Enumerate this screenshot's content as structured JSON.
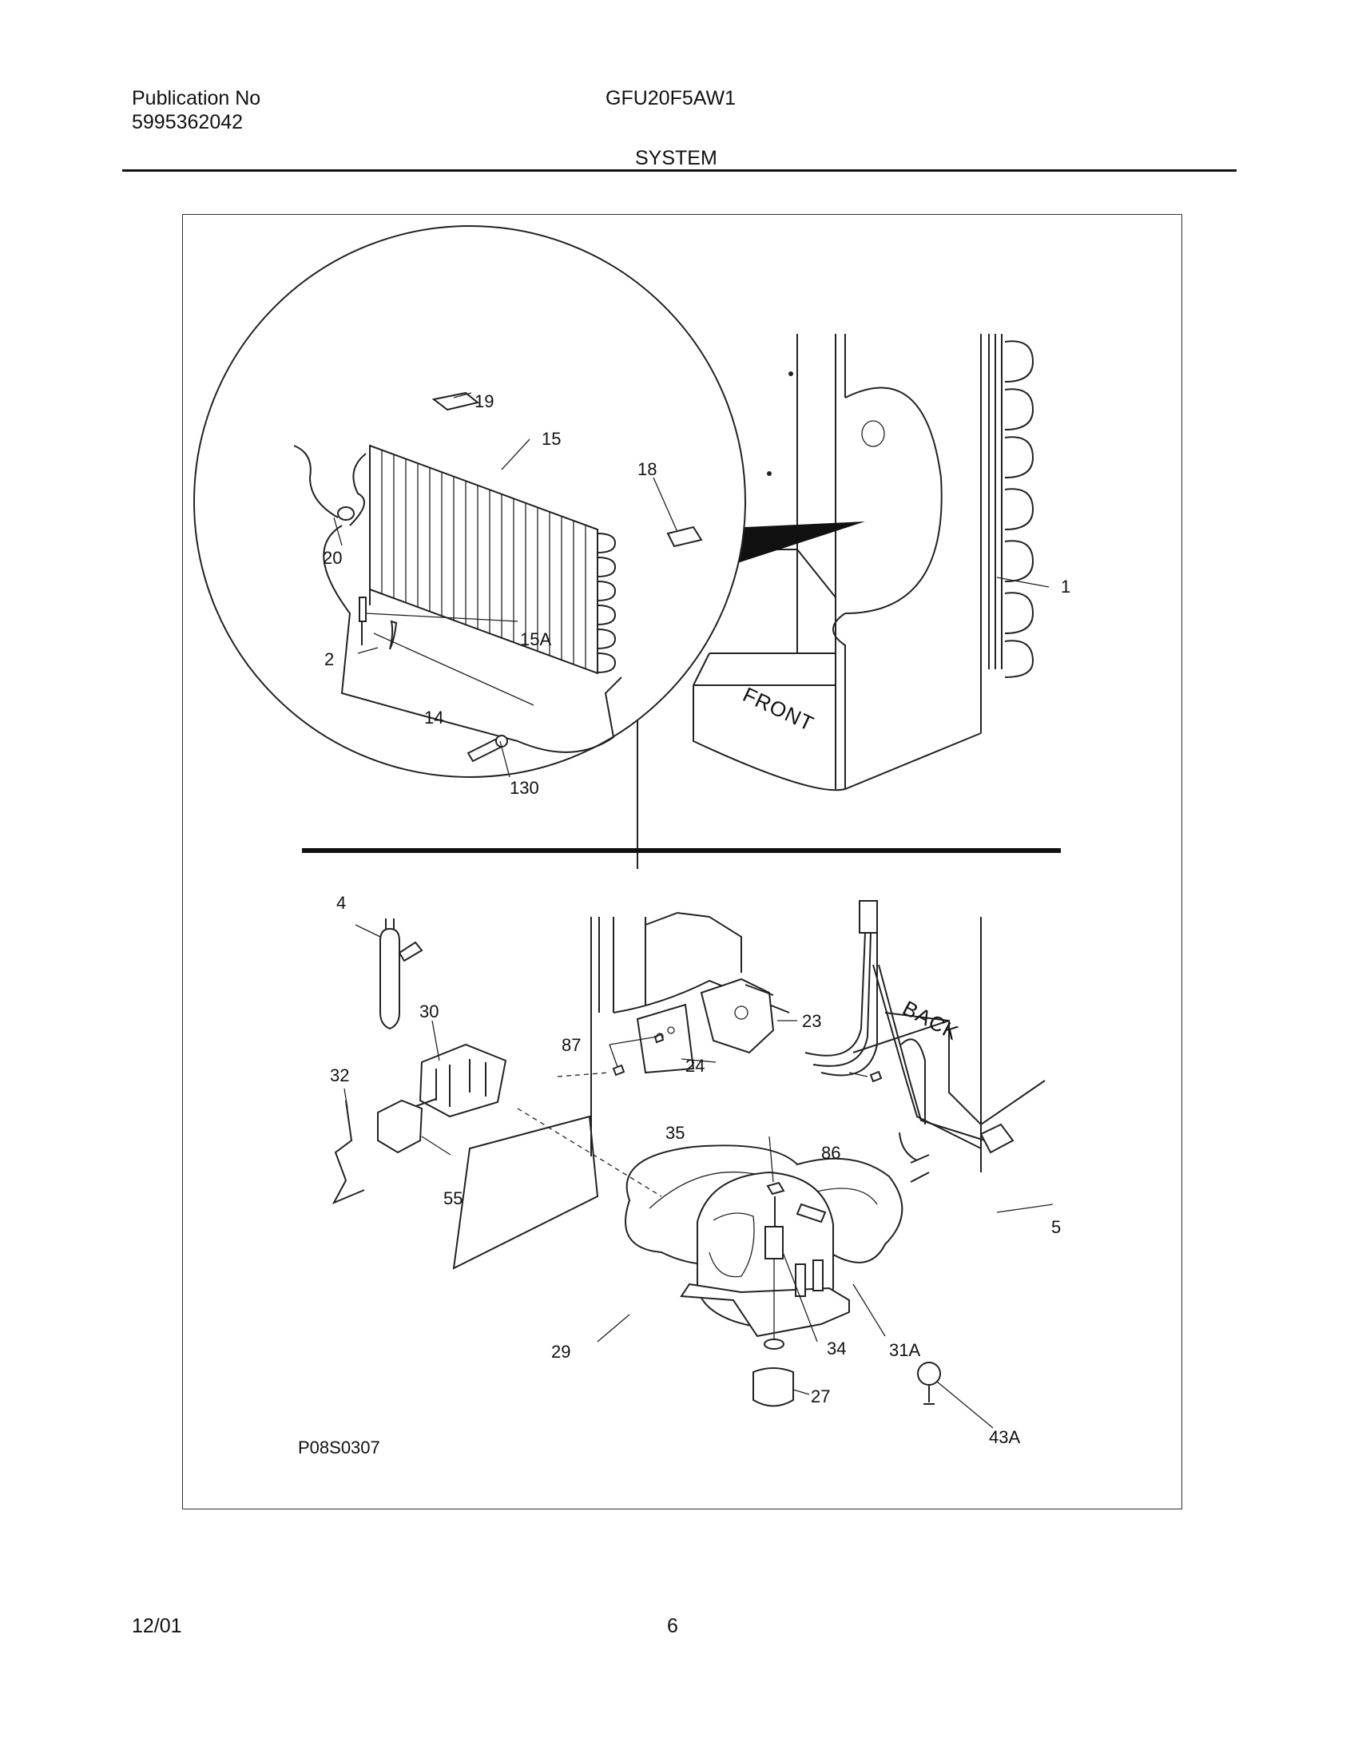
{
  "header": {
    "publication_label": "Publication No",
    "publication_number": "5995362042",
    "model": "GFU20F5AW1",
    "section": "SYSTEM"
  },
  "diagram": {
    "figure_code": "P08S0307",
    "orientation_labels": {
      "front": "FRONT",
      "back": "BACK"
    },
    "callouts": [
      "19",
      "15",
      "18",
      "20",
      "15A",
      "2",
      "14",
      "130",
      "1",
      "4",
      "30",
      "87",
      "23",
      "24",
      "32",
      "55",
      "35",
      "86",
      "5",
      "29",
      "34",
      "31A",
      "27",
      "43A"
    ]
  },
  "footer": {
    "date": "12/01",
    "page": "6"
  }
}
